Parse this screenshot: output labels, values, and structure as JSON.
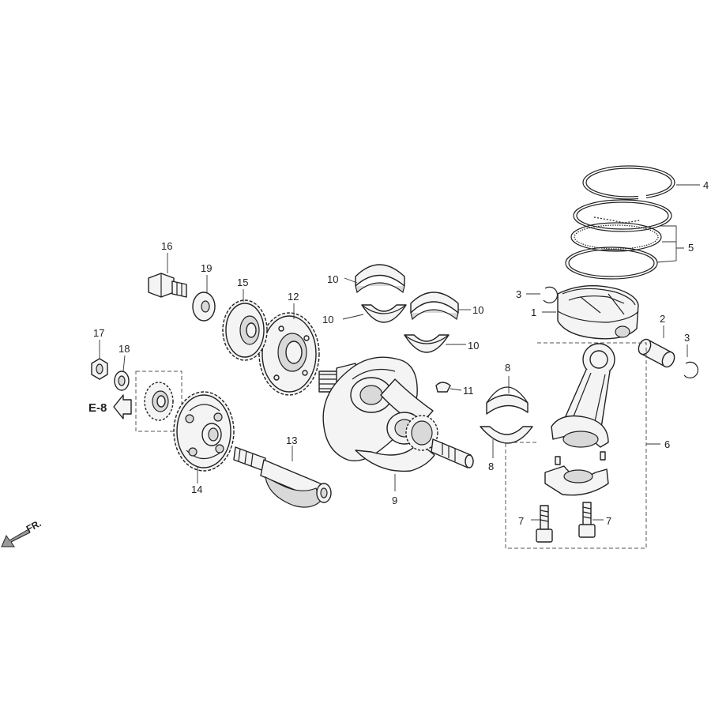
{
  "diagram": {
    "callouts": [
      {
        "id": "c1",
        "text": "1"
      },
      {
        "id": "c2",
        "text": "2"
      },
      {
        "id": "c3a",
        "text": "3"
      },
      {
        "id": "c3b",
        "text": "3"
      },
      {
        "id": "c4",
        "text": "4"
      },
      {
        "id": "c5",
        "text": "5"
      },
      {
        "id": "c6",
        "text": "6"
      },
      {
        "id": "c7a",
        "text": "7"
      },
      {
        "id": "c7b",
        "text": "7"
      },
      {
        "id": "c8a",
        "text": "8"
      },
      {
        "id": "c8b",
        "text": "8"
      },
      {
        "id": "c9",
        "text": "9"
      },
      {
        "id": "c10a",
        "text": "10"
      },
      {
        "id": "c10b",
        "text": "10"
      },
      {
        "id": "c10c",
        "text": "10"
      },
      {
        "id": "c10d",
        "text": "10"
      },
      {
        "id": "c11",
        "text": "11"
      },
      {
        "id": "c12",
        "text": "12"
      },
      {
        "id": "c13",
        "text": "13"
      },
      {
        "id": "c14",
        "text": "14"
      },
      {
        "id": "c15",
        "text": "15"
      },
      {
        "id": "c16",
        "text": "16"
      },
      {
        "id": "c17",
        "text": "17"
      },
      {
        "id": "c18",
        "text": "18"
      },
      {
        "id": "c19",
        "text": "19"
      }
    ],
    "reference": "E-8",
    "direction": "FR."
  }
}
